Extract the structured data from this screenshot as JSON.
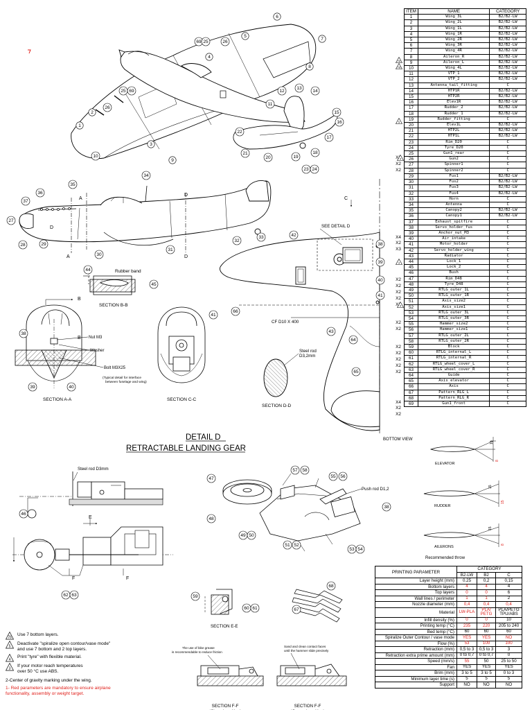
{
  "parts_table": {
    "headers": [
      "ITEM",
      "NAME",
      "CATEGORY"
    ],
    "rows": [
      [
        "1",
        "Wing_3L",
        "B2/B2-LW"
      ],
      [
        "2",
        "Wing_2L",
        "B2/B2-LW"
      ],
      [
        "3",
        "Wing_1L",
        "B2/B2-LW"
      ],
      [
        "4",
        "Wing_1R",
        "B2/B2-LW"
      ],
      [
        "5",
        "Wing_2R",
        "B2/B2-LW"
      ],
      [
        "6",
        "Wing_3R",
        "B2/B2-LW"
      ],
      [
        "7",
        "Wing_4R",
        "B2/B2-LW"
      ],
      [
        "8",
        "Aileron_R",
        "B2/B2-LW"
      ],
      [
        "9",
        "Aileron_L",
        "B2/B2-LW"
      ],
      [
        "10",
        "Wing_4L",
        "B2/B2-LW"
      ],
      [
        "11",
        "VTP_1",
        "B2/B2-LW"
      ],
      [
        "12",
        "VTP_2",
        "B2/B2-LW"
      ],
      [
        "13",
        "Antenna_tail_fitting",
        "C"
      ],
      [
        "14",
        "HTP1R",
        "B2/B2-LW"
      ],
      [
        "15",
        "HTP2R",
        "B2/B2-LW"
      ],
      [
        "16",
        "Elev1R",
        "B2/B2-LW"
      ],
      [
        "17",
        "Rudder_2",
        "B2/B2-LW"
      ],
      [
        "18",
        "Rudder_1",
        "B2/B2-LW"
      ],
      [
        "19",
        "Rudder_fitting",
        "C"
      ],
      [
        "20",
        "Elev1L",
        "B2/B2-LW"
      ],
      [
        "21",
        "HTP2L",
        "B2/B2-LW"
      ],
      [
        "22",
        "HTP1L",
        "B2/B2-LW"
      ],
      [
        "23",
        "Rim_D20",
        "C"
      ],
      [
        "24",
        "Tyre_D20",
        "C"
      ],
      [
        "25",
        "Gun1_rear",
        "C"
      ],
      [
        "26",
        "Gun2",
        "C"
      ],
      [
        "27",
        "Spinner1",
        "C"
      ],
      [
        "28",
        "Spinner2",
        "C"
      ],
      [
        "29",
        "Fus1",
        "B2/B2-LW"
      ],
      [
        "30",
        "Fus2",
        "B2/B2-LW"
      ],
      [
        "31",
        "Fus3",
        "B2/B2-LW"
      ],
      [
        "32",
        "Fus4",
        "B2/B2-LW"
      ],
      [
        "33",
        "Horn",
        "C"
      ],
      [
        "34",
        "Antenna",
        "C"
      ],
      [
        "35",
        "Canopy2",
        "B2/B2-LW"
      ],
      [
        "36",
        "Canopy1",
        "B2/B2-LW"
      ],
      [
        "37",
        "Exhaust_spitfire",
        "C"
      ],
      [
        "38",
        "Servo_holder_fus",
        "C"
      ],
      [
        "39",
        "Anchor_nut_M3",
        "C"
      ],
      [
        "40",
        "Air_intake",
        "C"
      ],
      [
        "41",
        "Motor_holder",
        "C"
      ],
      [
        "42",
        "Servo_holder_wing",
        "C"
      ],
      [
        "43",
        "Radiator",
        "C"
      ],
      [
        "44",
        "Lock_1",
        "C"
      ],
      [
        "45",
        "Lock_2",
        "C"
      ],
      [
        "46",
        "Bush",
        "C"
      ],
      [
        "47",
        "Rim_D48",
        "C"
      ],
      [
        "48",
        "Tyre_D48",
        "C"
      ],
      [
        "49",
        "RTLG_outer_1L",
        "C"
      ],
      [
        "50",
        "RTLG_outer_1R",
        "C"
      ],
      [
        "51",
        "Axis_size2",
        "C"
      ],
      [
        "52",
        "Axis_size1",
        "C"
      ],
      [
        "53",
        "RTLG_outer_3L",
        "C"
      ],
      [
        "54",
        "RTLG_outer_3R",
        "C"
      ],
      [
        "55",
        "Hammer_size2",
        "C"
      ],
      [
        "56",
        "Hammer_size1",
        "C"
      ],
      [
        "57",
        "RTLG_outer_2L",
        "C"
      ],
      [
        "58",
        "RTLG_outer_2R",
        "C"
      ],
      [
        "59",
        "Block",
        "C"
      ],
      [
        "60",
        "RTLG_internal_L",
        "C"
      ],
      [
        "61",
        "RTLG_internal_R",
        "C"
      ],
      [
        "62",
        "RTLG_wheel_cover_L",
        "C"
      ],
      [
        "63",
        "RTLG_wheel_cover_R",
        "C"
      ],
      [
        "64",
        "Guide",
        "C"
      ],
      [
        "65",
        "Axis_elevator",
        "C"
      ],
      [
        "66",
        "Axis",
        "C"
      ],
      [
        "67",
        "Pattern_RLG_L",
        "C"
      ],
      [
        "68",
        "Pattern_RLG_R",
        "C"
      ],
      [
        "69",
        "Gun1_front",
        "C"
      ]
    ],
    "qty_marks": {
      "24": "X2",
      "25": "X2",
      "26": "X2",
      "37": "X4",
      "38": "X2",
      "39": "X3",
      "44": "X2",
      "45": "X2",
      "46": "X2",
      "47": "X2",
      "48": "X2",
      "51": "X2",
      "52": "X2",
      "55": "X2",
      "56": "X2",
      "57": "X2",
      "58": "X2",
      "59": "X2",
      "64": "X4",
      "65": "X2",
      "66": "X2"
    },
    "flag_marks": {
      "8": "76",
      "9": "76",
      "18": "5",
      "24": "4",
      "41": "3",
      "48": "4"
    }
  },
  "detail": {
    "title": "DETAIL D",
    "subtitle": "RETRACTABLE LANDING GEAR"
  },
  "callouts": {
    "rubber_band": "Rubber band",
    "section_bb": "SECTION B-B",
    "nut": "Nut M3",
    "washer": "Washer",
    "bolt": "Bolt M3X25",
    "typical_detail": "(Typical detail for interface\nbetween fuselage and wing)",
    "section_aa": "SECTION A-A",
    "section_cc": "SECTION C-C",
    "see_detail_d": "SEE DETAIL D",
    "cf_tube": "CF D10 X 400",
    "steel_rod_d_d": "Steel rod\nD3,2mm",
    "section_dd": "SECTION D-D",
    "bottom_view": "BOTTOM VIEW",
    "steel_rod_d3": "Steel rod D3mm",
    "push_rod": "Push rod D1,2",
    "section_ee": "SECTION E-E",
    "elevator": "ELEVATOR",
    "rudder": "RUDDER",
    "ailerons": "AILERONS",
    "recommended_throw": "Recommended throw",
    "grease_note": "The use of bike grease\nis recommendable to reduce friction",
    "sand_note": "Sand and clean contact faces\nuntil the hammer slide precisely",
    "section_ff_closed": "SECTION F-F\n(Closed position)",
    "section_ff_opened": "SECTION F-F\n(Opened position)",
    "letters": {
      "A": "A",
      "B": "B",
      "C": "C",
      "D": "D",
      "E": "E",
      "F": "F"
    },
    "throw_values": {
      "elevator_up": "15",
      "elevator_down": "8",
      "rudder_up": "15",
      "rudder_down": "15",
      "ailerons_up": "15",
      "ailerons_down": "8"
    }
  },
  "print_table": {
    "header_param": "PRINTING PARAMETER",
    "header_category": "CATEGORY",
    "categories": [
      "B2-LW",
      "B2",
      "C"
    ],
    "rows": [
      {
        "name": "Layer height (mm)",
        "values": [
          "0.25",
          "0,2",
          "0,15"
        ],
        "red": [
          false,
          false,
          false
        ]
      },
      {
        "name": "Bottom layers",
        "values": [
          "4",
          "4",
          "4"
        ],
        "red": [
          true,
          true,
          false
        ]
      },
      {
        "name": "Top layers",
        "values": [
          "0",
          "0",
          "6"
        ],
        "red": [
          true,
          true,
          false
        ]
      },
      {
        "name": "Wall lines / perimeter",
        "values": [
          "1",
          "1",
          "2"
        ],
        "red": [
          true,
          true,
          false
        ]
      },
      {
        "name": "Nozzle diameter (mm)",
        "values": [
          "0,4",
          "0,4",
          "0,4"
        ],
        "red": [
          true,
          true,
          true
        ]
      },
      {
        "name": "Material",
        "values": [
          "LW-PLA",
          "PLA/\nPETG",
          "PLA/PETG\nTPU/ABS"
        ],
        "red": [
          true,
          true,
          false
        ]
      },
      {
        "name": "Infill density (%)",
        "values": [
          "0",
          "0",
          "10"
        ],
        "red": [
          true,
          true,
          false
        ]
      },
      {
        "name": "Printing temp (°C)",
        "values": [
          "235",
          "220",
          "205 to 240"
        ],
        "red": [
          true,
          true,
          false
        ]
      },
      {
        "name": "Bed temp (°C)",
        "values": [
          "60",
          "60",
          "60"
        ],
        "red": [
          false,
          false,
          false
        ]
      },
      {
        "name": "Spiralize Outer Contour / vase mode",
        "values": [
          "YES",
          "YES",
          "NO"
        ],
        "red": [
          true,
          true,
          true
        ]
      },
      {
        "name": "Flow (%)",
        "values": [
          "53",
          "100",
          "100"
        ],
        "red": [
          true,
          true,
          true
        ]
      },
      {
        "name": "Retraction (mm)",
        "values": [
          "0,5 to 3",
          "0,5 to 3",
          "3"
        ],
        "red": [
          false,
          false,
          false
        ]
      },
      {
        "name": "Retraction extra prime amount (mm)",
        "values": [
          "0 to 0,7",
          "0 to 0,7",
          "0"
        ],
        "red": [
          false,
          false,
          false
        ]
      },
      {
        "name": "Speed (mm/s)",
        "values": [
          "55",
          "50",
          "25 to 50"
        ],
        "red": [
          true,
          false,
          false
        ]
      },
      {
        "name": "Fan",
        "values": [
          "YES",
          "YES",
          "YES"
        ],
        "red": [
          false,
          false,
          false
        ]
      },
      {
        "name": "Brim (mm)",
        "values": [
          "3 to 5",
          "3 to 5",
          "0 to 3"
        ],
        "red": [
          false,
          false,
          false
        ]
      },
      {
        "name": "Minimum layer time (s)",
        "values": [
          "5",
          "5",
          "5"
        ],
        "red": [
          false,
          false,
          false
        ]
      },
      {
        "name": "Support",
        "values": [
          "NO",
          "NO",
          "NO"
        ],
        "red": [
          false,
          false,
          false
        ]
      }
    ]
  },
  "legend": {
    "note_76_mark": "76",
    "note_76": "Use 7 bottom layers.",
    "note_5_mark": "5",
    "note_5": "Deactivate \"spiralize open contour/vase mode\"\nand use 7 bottom and 2 top  layers.",
    "note_4_mark": "4",
    "note_4": "Print \"tyre\" with flexible material.",
    "note_3_mark": "3",
    "note_3": "If your motor reach temperatures\nover 50 °C use ABS.",
    "note_cg": "2-Center of gravity marking under the wing.",
    "note_red": "1- Red parameters are mandatory to ensure airplane\n    functionality, assembly or weight target."
  },
  "colors": {
    "red": "#e0201b",
    "line": "#000000",
    "hatch": "#555555",
    "shade": "#d9d9d9"
  }
}
